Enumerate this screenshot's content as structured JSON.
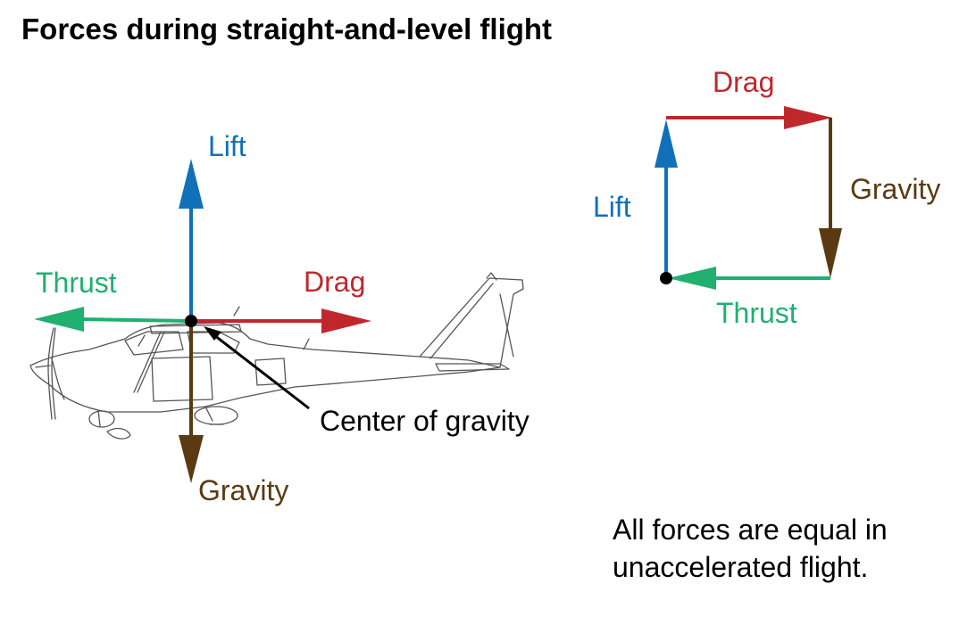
{
  "title": "Forces during straight-and-level flight",
  "colors": {
    "lift": "#1070b8",
    "drag": "#c0272d",
    "thrust": "#20b070",
    "gravity": "#5a3a12",
    "text": "#000000"
  },
  "left_diagram": {
    "lift_label": "Lift",
    "drag_label": "Drag",
    "thrust_label": "Thrust",
    "gravity_label": "Gravity",
    "cg_label": "Center of gravity"
  },
  "right_diagram": {
    "lift_label": "Lift",
    "drag_label": "Drag",
    "thrust_label": "Thrust",
    "gravity_label": "Gravity"
  },
  "note": {
    "line1": "All forces are equal in",
    "line2": "unaccelerated flight."
  }
}
